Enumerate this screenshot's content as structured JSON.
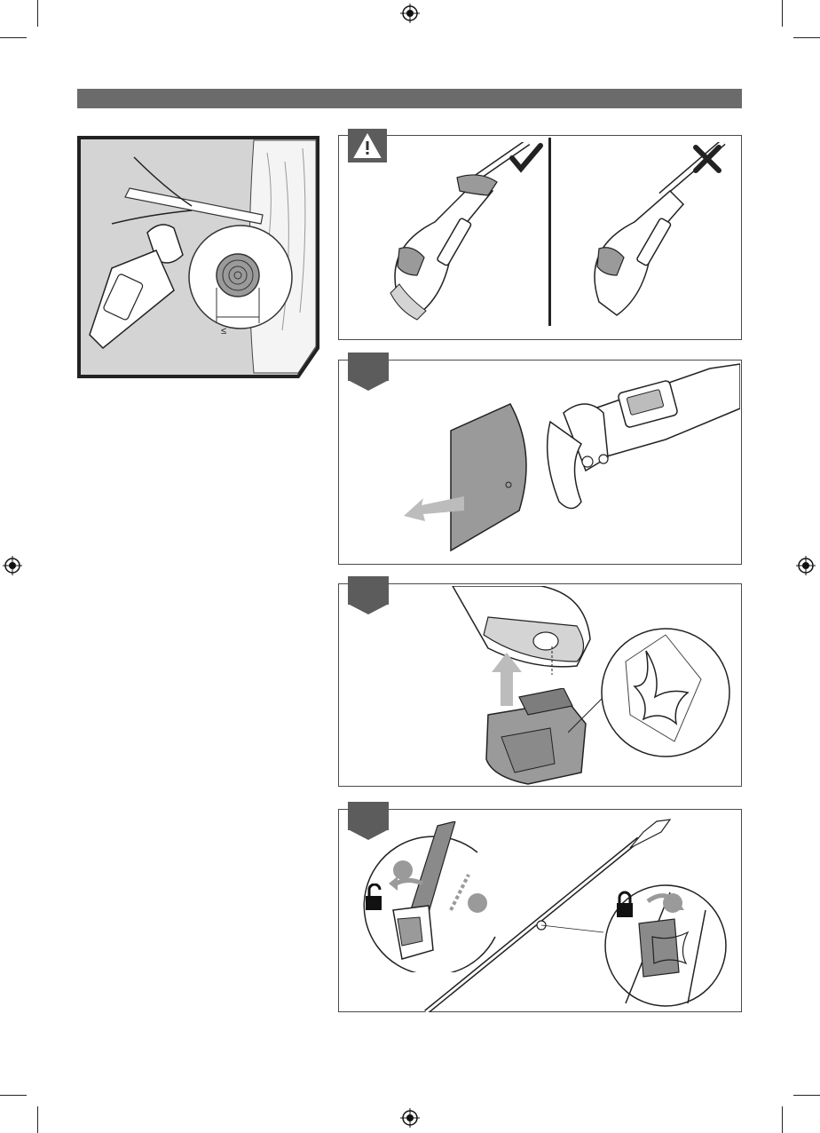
{
  "figure1": {
    "measure_label": "≤"
  },
  "warning_panel": {
    "icon": "warning-triangle-icon",
    "correct_mark": "check-mark-icon",
    "wrong_mark": "cross-mark-icon"
  },
  "steps": [
    {
      "id": "step-remove-cover",
      "icon": "arrow-left-icon"
    },
    {
      "id": "step-insert-battery",
      "icon": "arrow-up-icon"
    },
    {
      "id": "step-lock-pole",
      "icons": [
        "unlock-icon",
        "lock-icon"
      ]
    }
  ],
  "colors": {
    "header": "#6b6b6b",
    "tab": "#5c5c5c",
    "panel_gray": "#9a9a9a",
    "light_gray": "#c8c8c8"
  }
}
